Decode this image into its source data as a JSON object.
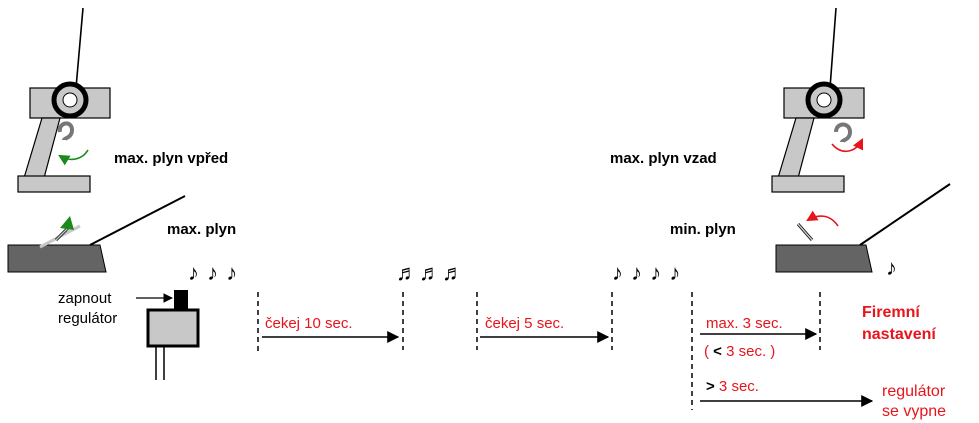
{
  "labels": {
    "max_forward": "max. plyn vpřed",
    "max_throttle": "max. plyn",
    "max_reverse": "max. plyn vzad",
    "min_throttle": "min. plyn",
    "switch_on_line1": "zapnout",
    "switch_on_line2": "regulátor",
    "wait_10": "čekej 10 sec.",
    "wait_5": "čekej 5 sec.",
    "max_3": "max. 3 sec.",
    "lt3_open": "( ",
    "lt3_sym": "<",
    "lt3_rest": " 3 sec. )",
    "gt3_sym": ">",
    "gt3_rest": " 3 sec.",
    "factory_line1": "Firemní",
    "factory_line2": "nastavení",
    "off_line1": "regulátor",
    "off_line2": "se vypne"
  },
  "beeps": {
    "group1": "♪ ♪ ♪",
    "group2": "♬♬♬",
    "group3": "♪ ♪ ♪ ♪",
    "group4": "♪"
  },
  "colors": {
    "red": "#e8141c",
    "green": "#1a8a1a",
    "gray_fill": "#c8c8c8",
    "dark_gray": "#646464"
  }
}
